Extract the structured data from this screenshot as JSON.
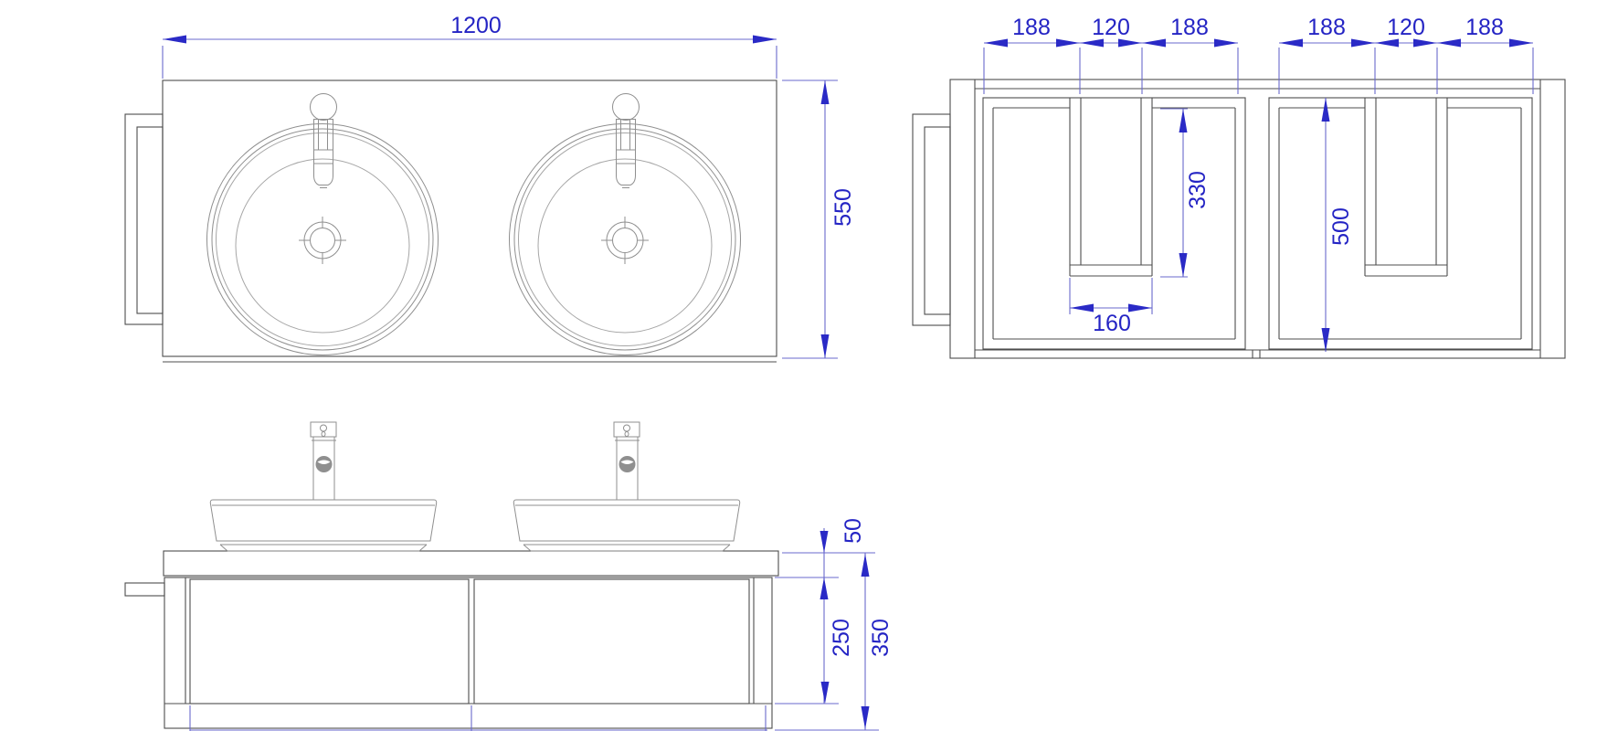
{
  "drawing": {
    "views": {
      "plan": {
        "width_label": "1200",
        "depth_label": "550"
      },
      "internal_plan": {
        "segments": [
          "188",
          "120",
          "188",
          "188",
          "120",
          "188"
        ],
        "cutout_depth_label": "330",
        "inner_depth_label": "500",
        "cutout_width_label": "160"
      },
      "front": {
        "countertop_thickness_label": "50",
        "drawer_height_label": "250",
        "overall_height_label": "350"
      }
    },
    "colors": {
      "dimension_blue": "#2424c4",
      "outline_gray": "#4d4d4d",
      "detail_gray": "#8f8f8f"
    }
  }
}
